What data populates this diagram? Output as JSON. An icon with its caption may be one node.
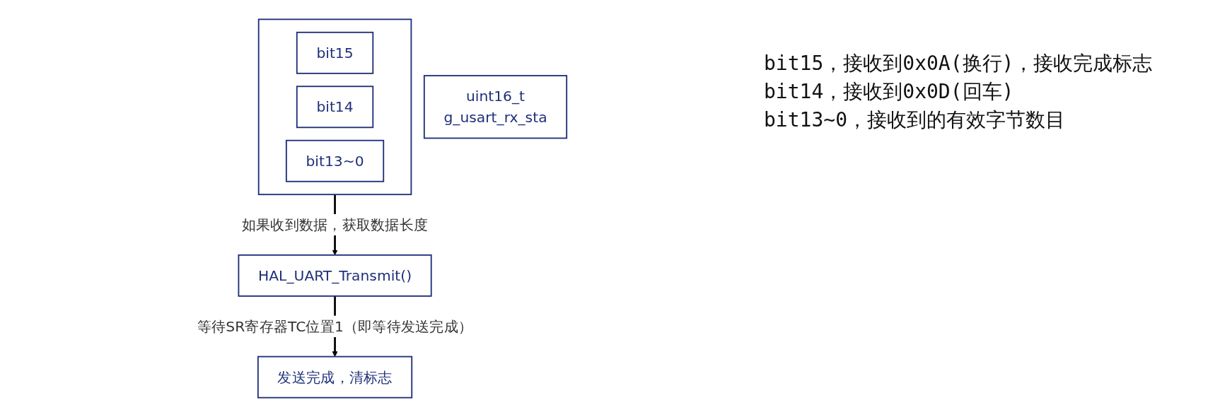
{
  "diagram": {
    "nodes": [
      {
        "text": [
          "uint16_t",
          "g_usart_rx_sta"
        ]
      },
      {
        "text": [],
        "shape": "bar"
      },
      {
        "text": [
          "bit15"
        ],
        "in": 1
      },
      {
        "text": [
          "bit14"
        ],
        "in": 1
      },
      {
        "text": [
          "bit13~0"
        ],
        "in": 1
      },
      {
        "text": [
          "HAL_UART_Transmit()"
        ]
      },
      {
        "text": [
          "发送完成，清标志"
        ]
      }
    ],
    "edges": [
      {
        "from": 1,
        "to": 5,
        "arrow": "to",
        "label": "如果收到数据，获取数据长度"
      },
      {
        "from": 5,
        "to": 6,
        "arrow": "to",
        "label": "等待SR寄存器TC位置1（即等待发送完成）"
      }
    ],
    "labels": [
      "bit15，接收到0x0A(换行)，接收完成标志",
      "bit14，接收到0x0D(回车)",
      "bit13~0，接收到的有效字节数目"
    ]
  }
}
